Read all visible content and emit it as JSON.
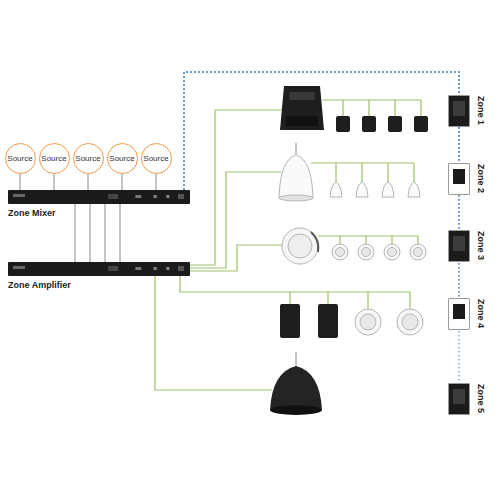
{
  "diagram": {
    "nodes": [
      {
        "text": [
          "Source"
        ]
      },
      {
        "text": [
          "Source"
        ]
      },
      {
        "text": [
          "Source"
        ]
      },
      {
        "text": [
          "Source"
        ]
      },
      {
        "text": [
          "Source"
        ]
      },
      {
        "text": [
          "Zone Mixer"
        ]
      },
      {
        "text": [
          "Zone Amplifier"
        ]
      },
      {
        "text": [
          "Zone 1"
        ]
      },
      {
        "text": [
          "Zone 2"
        ]
      },
      {
        "text": [
          "Zone 3"
        ]
      },
      {
        "text": [
          "Zone 4"
        ]
      },
      {
        "text": [
          "Zone 5"
        ]
      }
    ],
    "edges": [
      {
        "from": 0,
        "to": 5,
        "arrow": "none"
      },
      {
        "from": 1,
        "to": 5,
        "arrow": "none"
      },
      {
        "from": 2,
        "to": 5,
        "arrow": "none"
      },
      {
        "from": 3,
        "to": 5,
        "arrow": "none"
      },
      {
        "from": 4,
        "to": 5,
        "arrow": "none"
      },
      {
        "from": 5,
        "to": 6,
        "arrow": "none"
      },
      {
        "from": 5,
        "to": 6,
        "arrow": "none"
      },
      {
        "from": 5,
        "to": 6,
        "arrow": "none"
      },
      {
        "from": 5,
        "to": 6,
        "arrow": "none"
      },
      {
        "from": 5,
        "to": 7,
        "arrow": "none"
      },
      {
        "from": 5,
        "to": 8,
        "arrow": "none"
      },
      {
        "from": 5,
        "to": 9,
        "arrow": "none"
      },
      {
        "from": 5,
        "to": 10,
        "arrow": "none"
      },
      {
        "from": 5,
        "to": 11,
        "arrow": "none"
      }
    ]
  }
}
